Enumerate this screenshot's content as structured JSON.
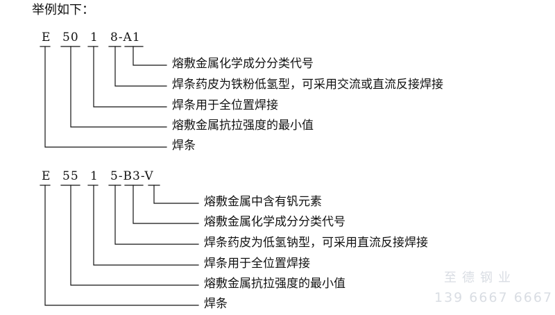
{
  "intro": "举例如下：",
  "example1": {
    "codes": [
      "E",
      "50",
      "1",
      "8-A1"
    ],
    "descriptions": [
      "熔敷金属化学成分分类代号",
      "焊条药皮为铁粉低氢型，可采用交流或直流反接焊接",
      "焊条用于全位置焊接",
      "熔敷金属抗拉强度的最小值",
      "焊条"
    ]
  },
  "example2": {
    "codes": [
      "E",
      "55",
      "1",
      "5-B3-V"
    ],
    "descriptions": [
      "熔敷金属中含有钒元素",
      "熔敷金属化学成分分类代号",
      "焊条药皮为低氢钠型，可采用直流反接焊接",
      "焊条用于全位置焊接",
      "熔敷金属抗拉强度的最小值",
      "焊条"
    ]
  },
  "watermark": {
    "name": "至德钢业",
    "phone": "139 6667 6667"
  }
}
